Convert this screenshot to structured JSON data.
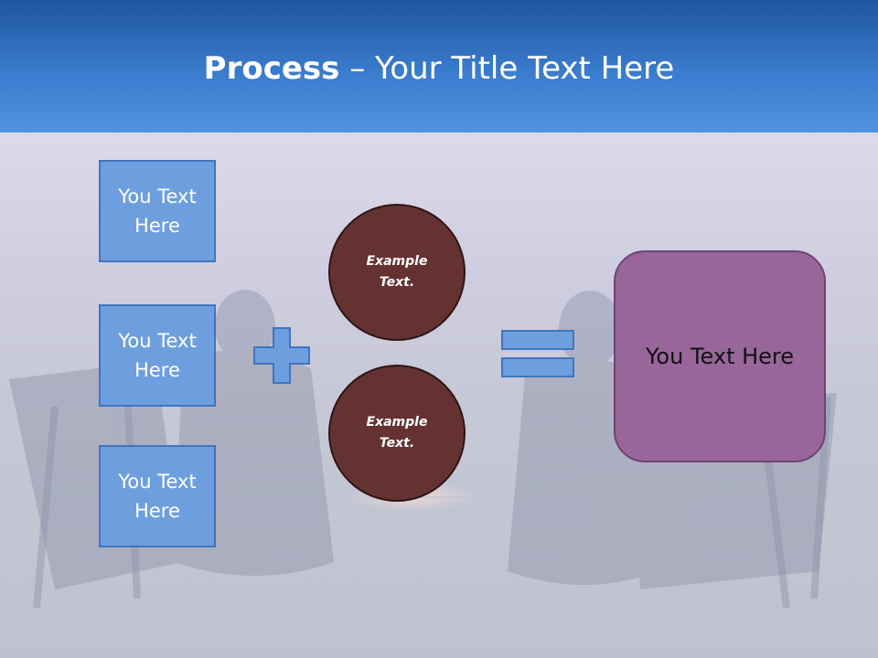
{
  "title": {
    "bold": "Process",
    "dash": " – ",
    "rest": "Your Title Text Here"
  },
  "left_boxes": [
    {
      "label": "You Text Here"
    },
    {
      "label": "You Text Here"
    },
    {
      "label": "You Text Here"
    }
  ],
  "circles": [
    {
      "label": "Example Text."
    },
    {
      "label": "Example Text."
    }
  ],
  "result": {
    "label": "You Text Here"
  },
  "operators": {
    "plus": "plus-icon",
    "equals": "equals-icon"
  },
  "colors": {
    "header": "#3a7ccd",
    "box": "#6d9fdf",
    "circle": "#653232",
    "result": "#98669a"
  }
}
